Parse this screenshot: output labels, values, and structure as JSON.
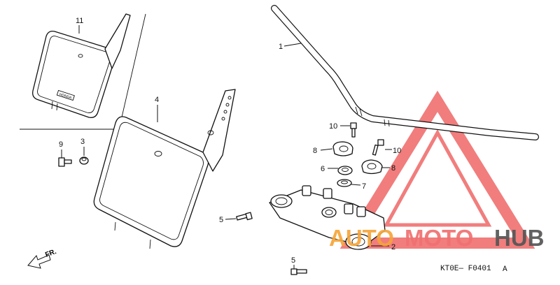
{
  "diagram": {
    "labels": {
      "p1": "1",
      "p2": "2",
      "p3": "3",
      "p4": "4",
      "p5a": "5",
      "p5b": "5",
      "p6": "6",
      "p7": "7",
      "p8a": "8",
      "p8b": "8",
      "p9": "9",
      "p10a": "10",
      "p10b": "10",
      "p11": "11"
    },
    "plate_brand": "HONDA",
    "front_arrow": "FR.",
    "drawing_code": "KT0E— F0401",
    "drawing_code_suffix": "A"
  },
  "watermark": {
    "text_part1": "AUTO",
    "text_part2": "MOTO",
    "text_part3": "HUB",
    "color_red": "#f07070",
    "color_orange": "#f6a53a",
    "color_gray": "#555555"
  }
}
